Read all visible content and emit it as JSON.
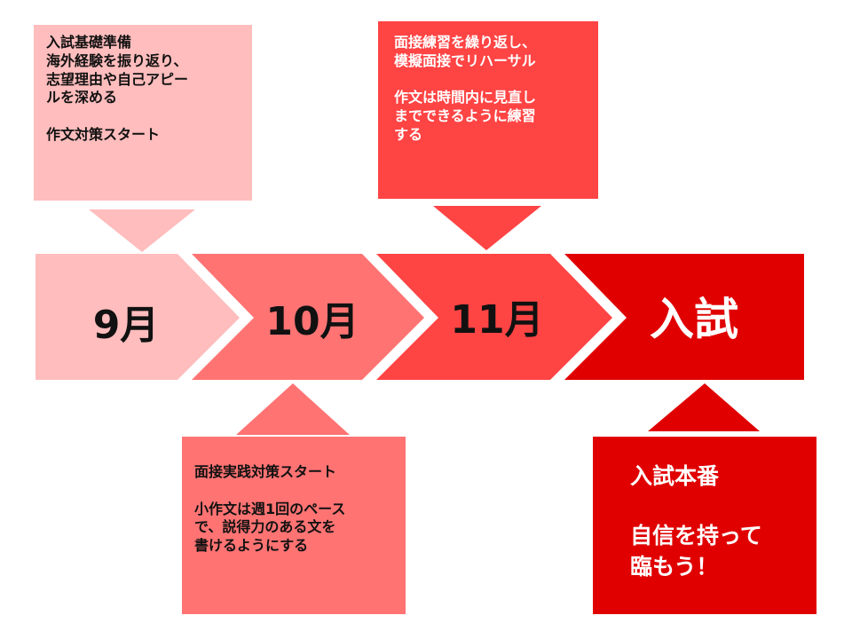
{
  "timeline": {
    "steps": [
      {
        "label": "9月",
        "color": "#ffbdbd",
        "text_color": "#111111"
      },
      {
        "label": "10月",
        "color": "#ff7373",
        "text_color": "#111111"
      },
      {
        "label": "11月",
        "color": "#ff4444",
        "text_color": "#111111"
      },
      {
        "label": "入試",
        "color": "#e00000",
        "text_color": "#ffffff"
      }
    ]
  },
  "notes": {
    "september": {
      "color": "#ffbdbd",
      "lines": [
        "入試基礎準備",
        "海外経験を振り返り、",
        "志望理由や自己アピー",
        "ルを深める",
        "",
        "作文対策スタート"
      ]
    },
    "november": {
      "color": "#ff4444",
      "lines": [
        "面接練習を繰り返し、",
        "模擬面接でリハーサル",
        "",
        "作文は時間内に見直し",
        "までできるように練習",
        "する"
      ]
    },
    "october": {
      "color": "#ff7373",
      "lines": [
        "面接実践対策スタート",
        "",
        "小作文は週1回のペース",
        "で、説得力のある文を",
        "書けるようにする"
      ]
    },
    "exam": {
      "color": "#e00000",
      "lines": [
        "入試本番",
        "",
        "自信を持って",
        "臨もう！"
      ]
    }
  }
}
